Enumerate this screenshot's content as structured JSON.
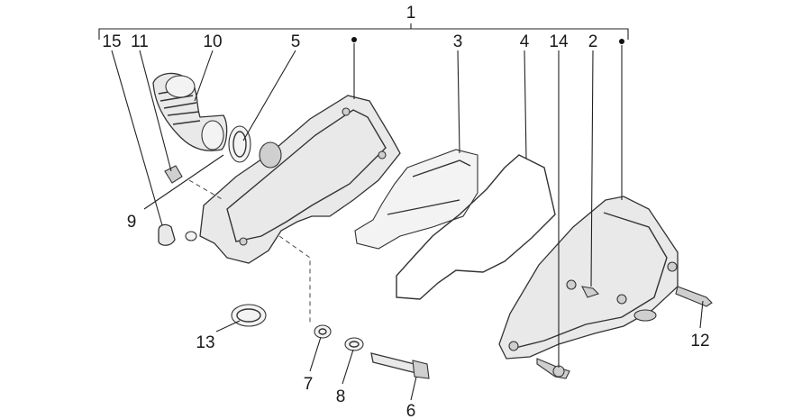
{
  "labels": {
    "p1": "1",
    "p2": "2",
    "p3": "3",
    "p4": "4",
    "p5": "5",
    "p6": "6",
    "p7": "7",
    "p8": "8",
    "p9": "9",
    "p10": "10",
    "p11": "11",
    "p12": "12",
    "p13": "13",
    "p14": "14",
    "p15": "15"
  }
}
